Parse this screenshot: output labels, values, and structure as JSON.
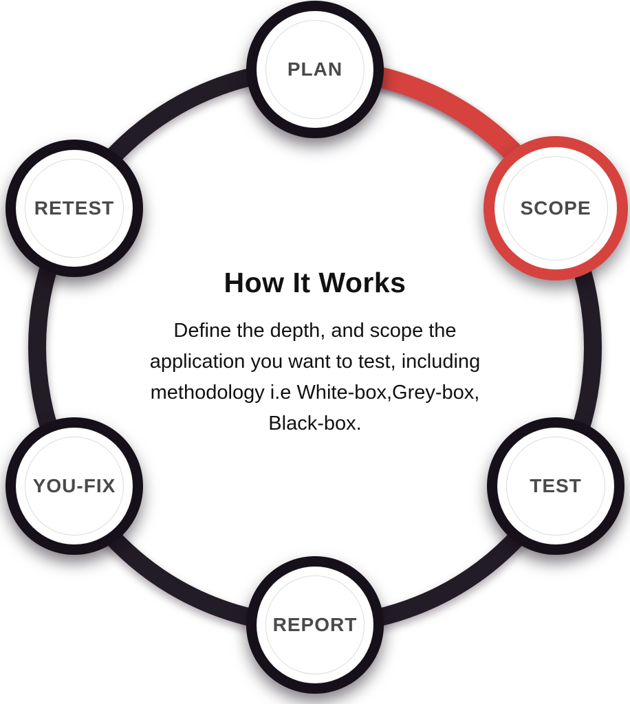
{
  "center": {
    "title": "How It Works",
    "description_lines": [
      "Define the depth, and scope the",
      "application you want to test, including",
      "methodology i.e White-box,Grey-box,",
      "Black-box."
    ]
  },
  "nodes": [
    {
      "id": "plan",
      "label": "PLAN",
      "active": false
    },
    {
      "id": "scope",
      "label": "SCOPE",
      "active": true
    },
    {
      "id": "test",
      "label": "TEST",
      "active": false
    },
    {
      "id": "report",
      "label": "REPORT",
      "active": false
    },
    {
      "id": "you-fix",
      "label": "YOU-FIX",
      "active": false
    },
    {
      "id": "retest",
      "label": "RETEST",
      "active": false
    }
  ],
  "theme": {
    "accent_red": "#d6433e",
    "ring_dark": "#241a26",
    "node_ring_dark": "#151019",
    "label_color": "#4a4a4a",
    "inner_outline": "#dcdcdc",
    "text_color": "#111111",
    "background": "#ffffff"
  }
}
